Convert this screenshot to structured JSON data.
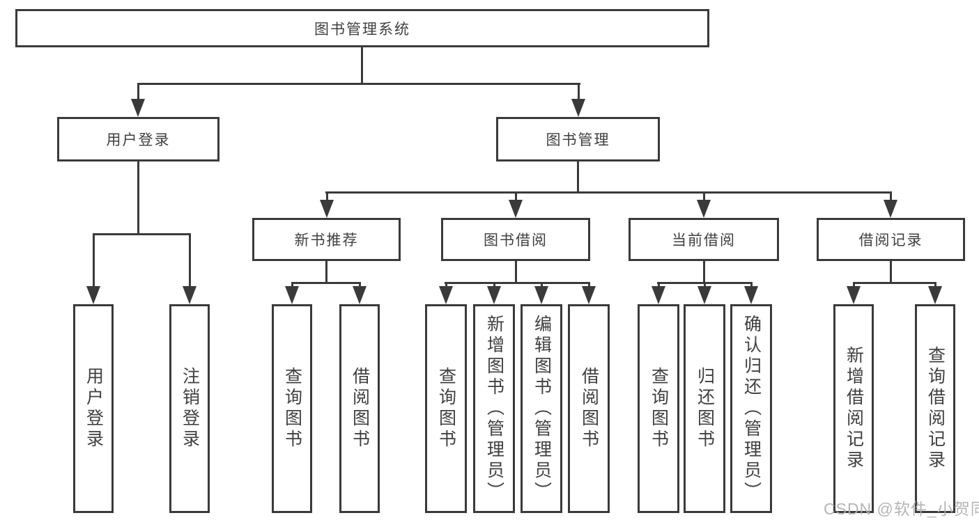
{
  "diagram_type": "hierarchy-tree",
  "tree": {
    "label": "图书管理系统",
    "children": [
      {
        "label": "用户登录",
        "children": [
          {
            "label": "用户登录"
          },
          {
            "label": "注销登录"
          }
        ]
      },
      {
        "label": "图书管理",
        "children": [
          {
            "label": "新书推荐",
            "children": [
              {
                "label": "查询图书"
              },
              {
                "label": "借阅图书"
              }
            ]
          },
          {
            "label": "图书借阅",
            "children": [
              {
                "label": "查询图书"
              },
              {
                "label": "新增图书（管理员）"
              },
              {
                "label": "编辑图书（管理员）"
              },
              {
                "label": "借阅图书"
              }
            ]
          },
          {
            "label": "当前借阅",
            "children": [
              {
                "label": "查询图书"
              },
              {
                "label": "归还图书"
              },
              {
                "label": "确认归还（管理员）"
              }
            ]
          },
          {
            "label": "借阅记录",
            "children": [
              {
                "label": "新增借阅记录"
              },
              {
                "label": "查询借阅记录"
              }
            ]
          }
        ]
      }
    ]
  },
  "watermark": "CSDN @软件_小贺同学",
  "colors": {
    "line": "#3a3a3a",
    "text": "#3f3f3f",
    "background": "#ffffff",
    "watermark": "#afafaf"
  }
}
